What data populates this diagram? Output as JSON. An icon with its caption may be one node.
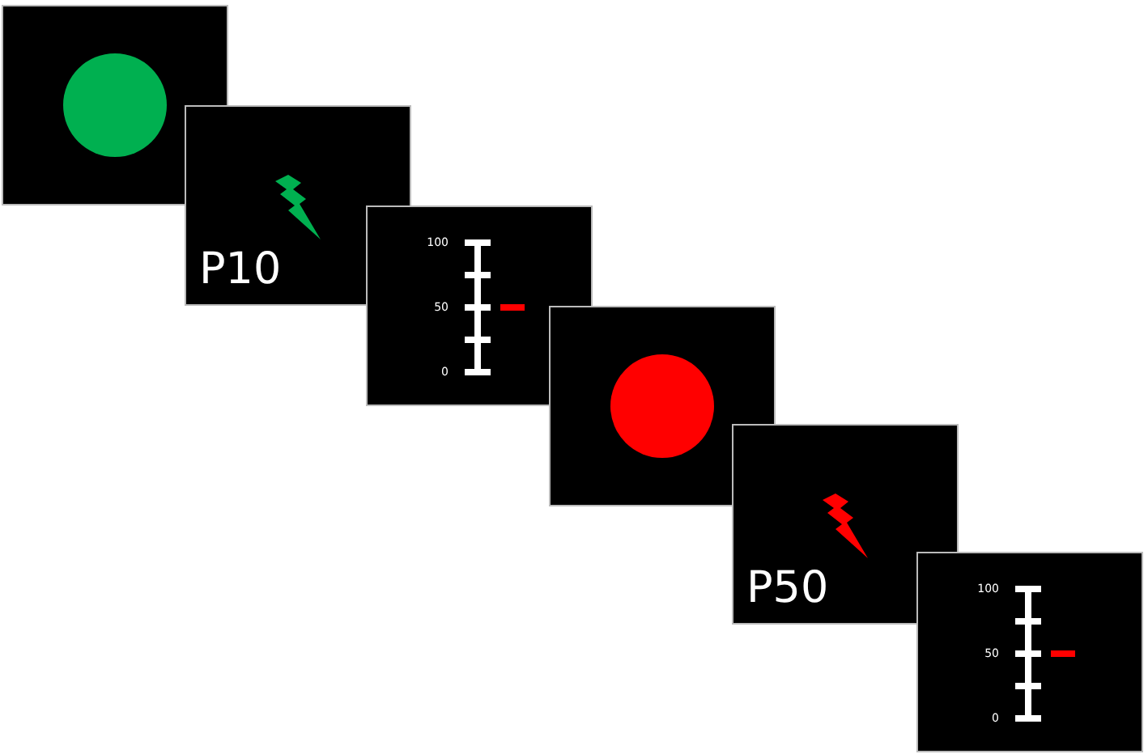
{
  "diagram": {
    "nodes": [
      {
        "text": [],
        "shape": "box"
      },
      {
        "text": [
          "P10"
        ]
      },
      {
        "text": [
          "100",
          "50",
          "0"
        ]
      },
      {
        "text": [],
        "shape": "box"
      },
      {
        "text": [
          "P50"
        ]
      },
      {
        "text": [
          "100",
          "50",
          "0"
        ]
      }
    ]
  }
}
